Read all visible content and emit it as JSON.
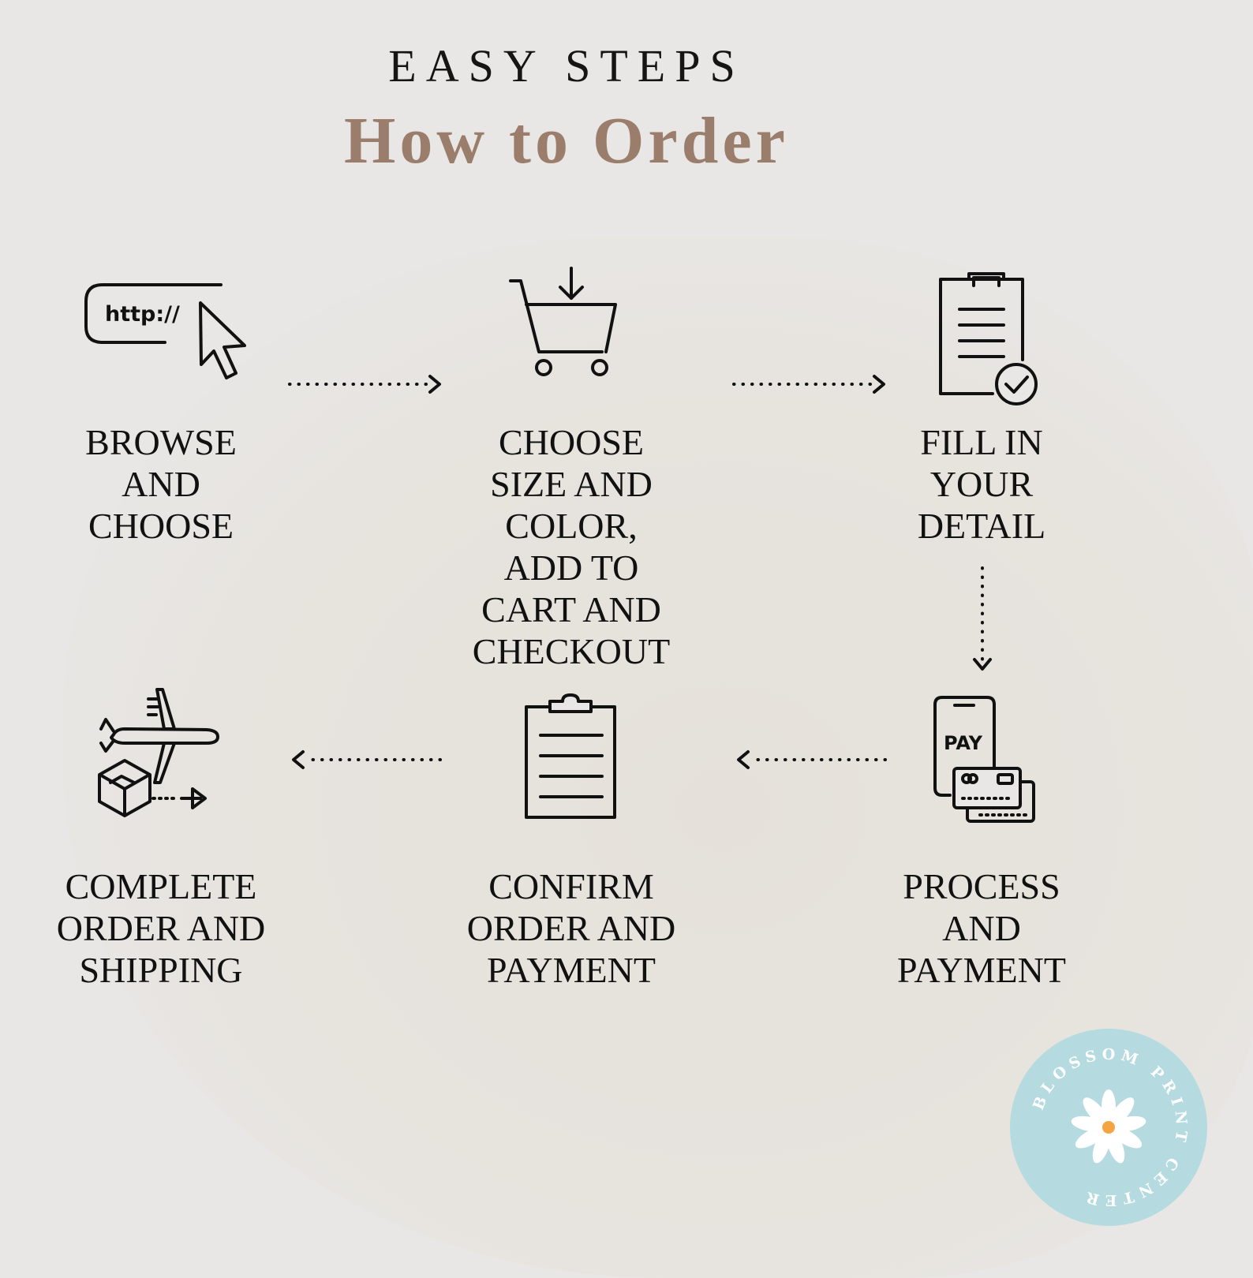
{
  "header": {
    "kicker": "EASY STEPS",
    "title": "How to Order"
  },
  "colors": {
    "background": "#e8e7e5",
    "title_accent": "#9b7d6b",
    "ink": "#111111",
    "badge": "#b5dbe0"
  },
  "steps": [
    {
      "label": "BROWSE\nAND\nCHOOSE",
      "icon": "browser-cursor-icon"
    },
    {
      "label": "CHOOSE\nSIZE AND\nCOLOR,\nADD TO\nCART AND\nCHECKOUT",
      "icon": "shopping-cart-icon"
    },
    {
      "label": "FILL IN\nYOUR\nDETAIL",
      "icon": "clipboard-check-icon"
    },
    {
      "label": "PROCESS\nAND\nPAYMENT",
      "icon": "mobile-payment-icon"
    },
    {
      "label": "CONFIRM\nORDER AND\nPAYMENT",
      "icon": "clipboard-icon"
    },
    {
      "label": "COMPLETE\nORDER AND\nSHIPPING",
      "icon": "airplane-package-icon"
    }
  ],
  "icon_text": {
    "url": "http://",
    "pay": "PAY"
  },
  "badge": {
    "text": "BLOSSOM PRINT CENTER",
    "icon": "daisy-flower-icon"
  }
}
